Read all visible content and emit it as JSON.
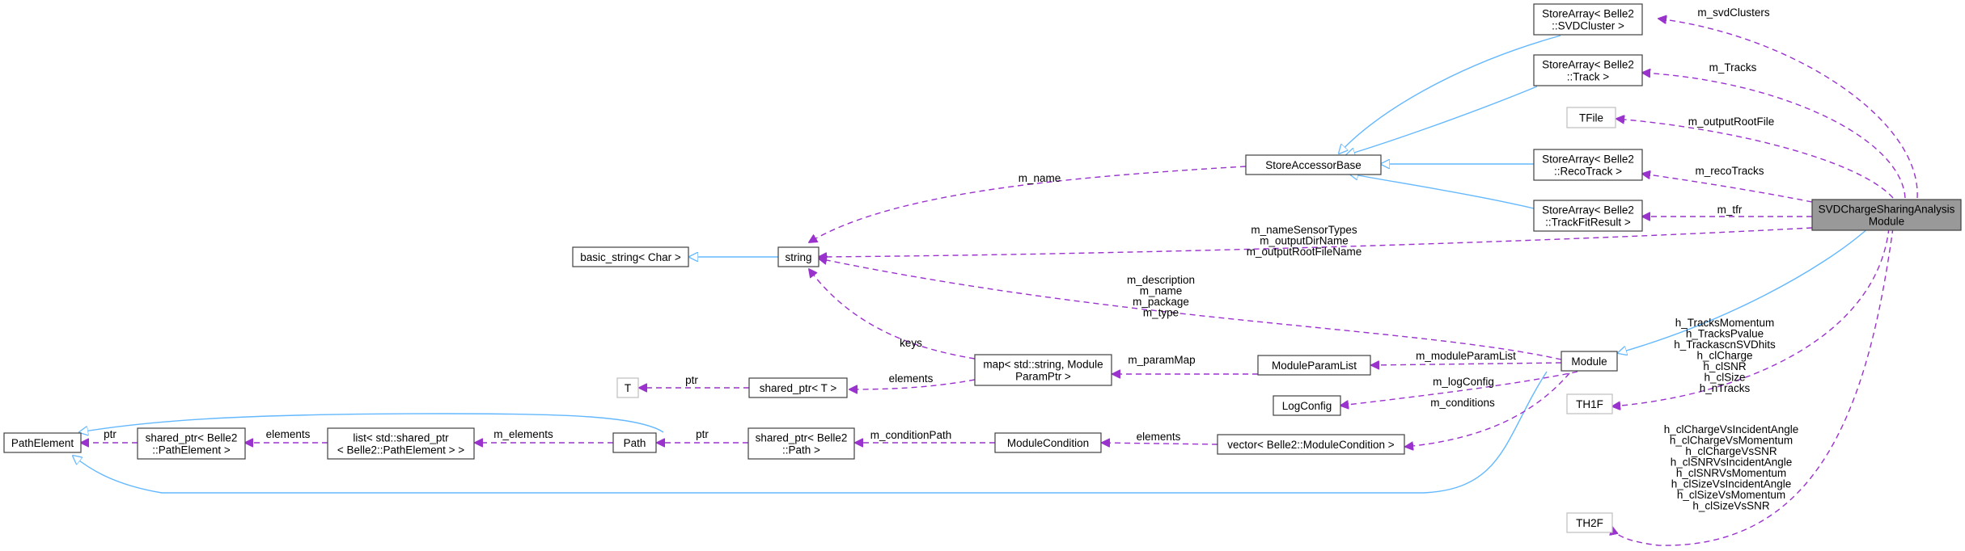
{
  "nodes": {
    "svd_cluster": [
      "StoreArray< Belle2",
      "::SVDCluster >"
    ],
    "track": [
      "StoreArray< Belle2",
      "::Track >"
    ],
    "tfile": [
      "TFile"
    ],
    "reco_track": [
      "StoreArray< Belle2",
      "::RecoTrack >"
    ],
    "track_fit_result": [
      "StoreArray< Belle2",
      "::TrackFitResult >"
    ],
    "store_accessor_base": [
      "StoreAccessorBase"
    ],
    "svd_module": [
      "SVDChargeSharingAnalysis",
      "Module"
    ],
    "basic_string": [
      "basic_string< Char >"
    ],
    "string": [
      "string"
    ],
    "module": [
      "Module"
    ],
    "module_param_list": [
      "ModuleParamList"
    ],
    "map": [
      "map< std::string, Module",
      "ParamPtr >"
    ],
    "t": [
      "T"
    ],
    "shared_ptr_t": [
      "shared_ptr< T >"
    ],
    "log_config": [
      "LogConfig"
    ],
    "th1f": [
      "TH1F"
    ],
    "path_element": [
      "PathElement"
    ],
    "shared_ptr_pe": [
      "shared_ptr< Belle2",
      "::PathElement >"
    ],
    "list": [
      "list< std::shared_ptr",
      "< Belle2::PathElement > >"
    ],
    "path": [
      "Path"
    ],
    "shared_ptr_path": [
      "shared_ptr< Belle2",
      "::Path >"
    ],
    "module_condition": [
      "ModuleCondition"
    ],
    "vector": [
      "vector< Belle2::ModuleCondition >"
    ],
    "th2f": [
      "TH2F"
    ]
  },
  "edge_labels": {
    "m_svdClusters": [
      "m_svdClusters"
    ],
    "m_Tracks": [
      "m_Tracks"
    ],
    "m_outputRootFile": [
      "m_outputRootFile"
    ],
    "m_recoTracks": [
      "m_recoTracks"
    ],
    "m_tfr": [
      "m_tfr"
    ],
    "m_name": [
      "m_name"
    ],
    "string_members": [
      "m_nameSensorTypes",
      "m_outputDirName",
      "m_outputRootFileName"
    ],
    "module_strings": [
      "m_description",
      "m_name",
      "m_package",
      "m_type"
    ],
    "keys": [
      "keys"
    ],
    "ptr_t": [
      "ptr"
    ],
    "elements_map": [
      "elements"
    ],
    "m_paramMap": [
      "m_paramMap"
    ],
    "m_moduleParamList": [
      "m_moduleParamList"
    ],
    "m_logConfig": [
      "m_logConfig"
    ],
    "th1f_members": [
      "h_TracksMomentum",
      "h_TracksPvalue",
      "h_TrackascnSVDhits",
      "h_clCharge",
      "h_clSNR",
      "h_clSize",
      "h_nTracks"
    ],
    "ptr_pe": [
      "ptr"
    ],
    "elements_list": [
      "elements"
    ],
    "m_elements": [
      "m_elements"
    ],
    "ptr_path": [
      "ptr"
    ],
    "m_conditionPath": [
      "m_conditionPath"
    ],
    "elements_vector": [
      "elements"
    ],
    "m_conditions": [
      "m_conditions"
    ],
    "th2f_members": [
      "h_clChargeVsIncidentAngle",
      "h_clChargeVsMomentum",
      "h_clChargeVsSNR",
      "h_clSNRVsIncidentAngle",
      "h_clSNRVsMomentum",
      "h_clSizeVsIncidentAngle",
      "h_clSizeVsMomentum",
      "h_clSizeVsSNR"
    ]
  },
  "colors": {
    "inheritance_edge": "#63b8ff",
    "usage_edge": "#9a32cd",
    "focus_node_fill": "#999999",
    "node_border": "#404040",
    "faint_node_border": "#bfbfbf"
  }
}
